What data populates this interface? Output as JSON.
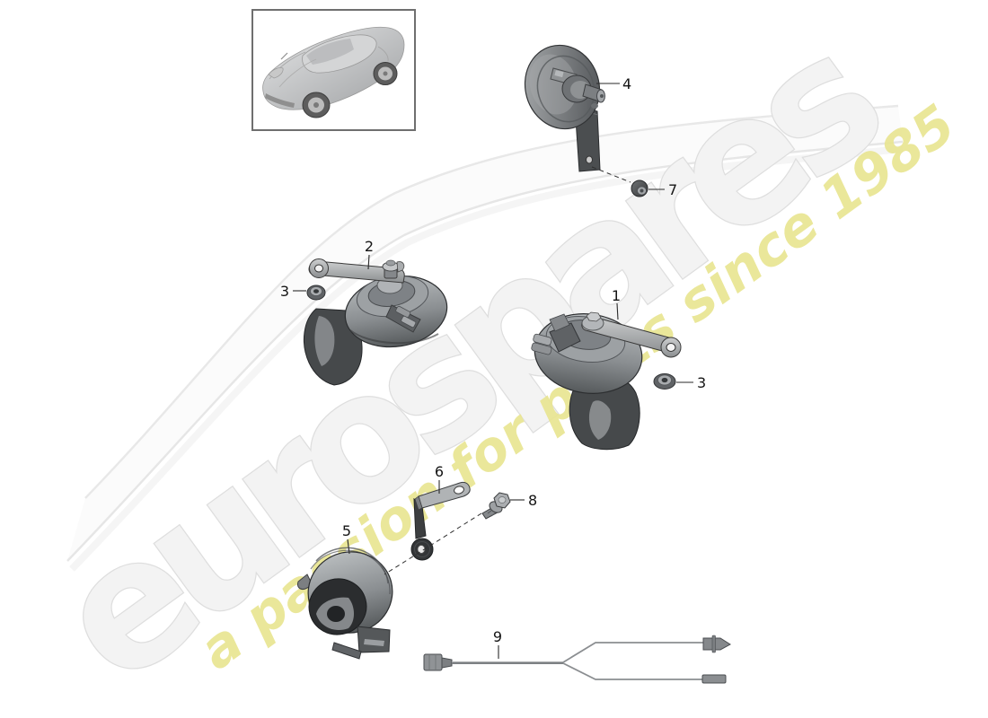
{
  "watermark": {
    "brand": "eurospares",
    "tagline": "a passion for parts since 1985",
    "brand_color": "#f3f3f3",
    "tagline_color": "#e9e592"
  },
  "callouts": {
    "n1": "1",
    "n2": "2",
    "n3": "3",
    "n4": "4",
    "n5": "5",
    "n6": "6",
    "n7": "7",
    "n8": "8",
    "n9": "9"
  },
  "colors": {
    "background": "#ffffff",
    "leader_line": "#2a2a2a",
    "callout_text": "#141414",
    "part_light": "#b5b8ba",
    "part_mid": "#8a8d90",
    "part_dark": "#3f4143",
    "swoosh_edge": "#e8e8e8"
  }
}
